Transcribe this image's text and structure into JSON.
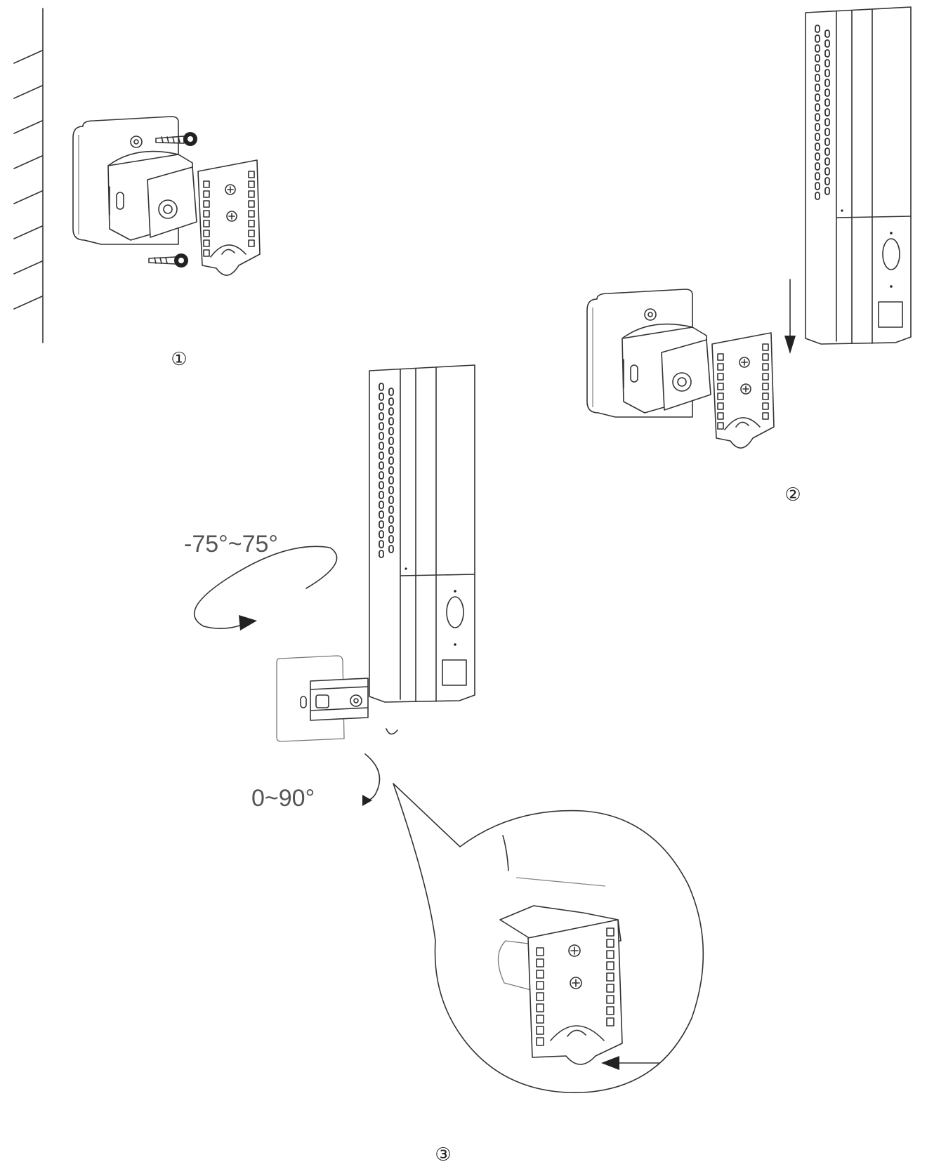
{
  "steps": {
    "step1": "①",
    "step2": "②",
    "step3": "③"
  },
  "annotations": {
    "rotation_range": "-75°~75°",
    "tilt_range": "0~90°"
  }
}
